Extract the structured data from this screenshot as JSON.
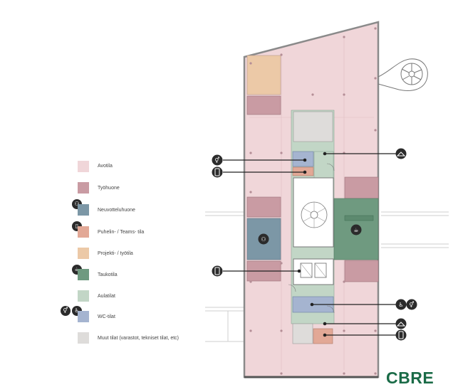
{
  "brand": {
    "logo_text": "CBRE"
  },
  "colors": {
    "open_space": "#f0d6d9",
    "work_room": "#c99ba3",
    "meeting_room": "#7c97a6",
    "phone_booth": "#e2a896",
    "project_room": "#ecc9a7",
    "break_area": "#6f9a80",
    "lobby": "#c2d6c6",
    "wc": "#a5b4d0",
    "other": "#dedcda"
  },
  "legend": {
    "items": [
      {
        "label": "Avotila",
        "color": "#f0d6d9",
        "icon": ""
      },
      {
        "label": "Työhuone",
        "color": "#c99ba3",
        "icon": ""
      },
      {
        "label": "Neuvotteluhuone",
        "color": "#7c97a6",
        "icon": "meeting-icon"
      },
      {
        "label": "Puhelin- / Teams- tila",
        "color": "#e2a896",
        "icon": "phone-icon"
      },
      {
        "label": "Projekti- / työtila",
        "color": "#ecc9a7",
        "icon": ""
      },
      {
        "label": "Taukotila",
        "color": "#6f9a80",
        "icon": "coffee-icon"
      },
      {
        "label": "Aulatilat",
        "color": "#c2d6c6",
        "icon": ""
      },
      {
        "label": "WC-tilat",
        "color": "#a5b4d0",
        "icon": "wc-icon"
      },
      {
        "label": "Muut tilat (varastot, tekniset tilat, etc)",
        "color": "#dedcda",
        "icon": ""
      }
    ]
  },
  "callouts": {
    "wc_upper": "wc-icon",
    "phone_upper": "phone-icon",
    "coat_upper": "coat-hanger-icon",
    "phone_middle": "phone-icon",
    "accessible_wc_lower": "accessible-wc-icon",
    "coat_lower": "coat-hanger-icon",
    "phone_lower": "phone-icon",
    "meeting_room": "meeting-icon",
    "break_area": "coffee-icon"
  }
}
